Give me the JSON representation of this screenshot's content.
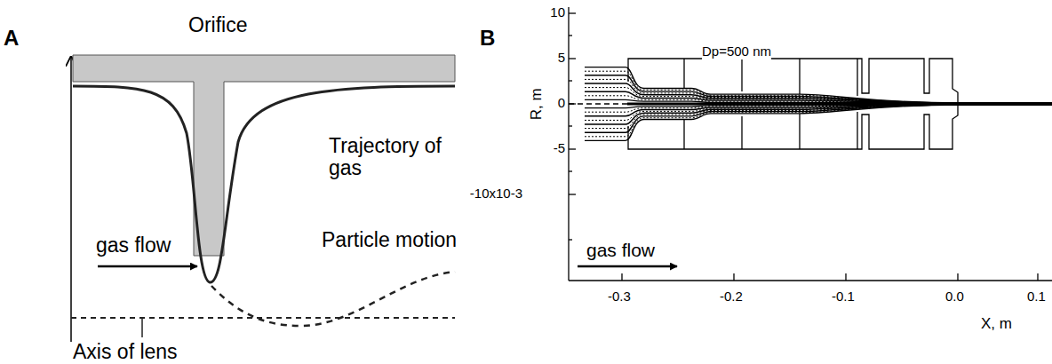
{
  "diagram": {
    "labels": [
      "A",
      "Orifice",
      "Trajectory of gas",
      "gas flow",
      "Particle motion",
      "Axis of lens",
      "B",
      "Dp=500 nm",
      "10",
      "5",
      "0",
      "-5",
      "-10x10-3",
      "R, m",
      "-0.3",
      "-0.2",
      "-0.1",
      "0.0",
      "0.1",
      "X, m",
      "gas flow"
    ]
  }
}
